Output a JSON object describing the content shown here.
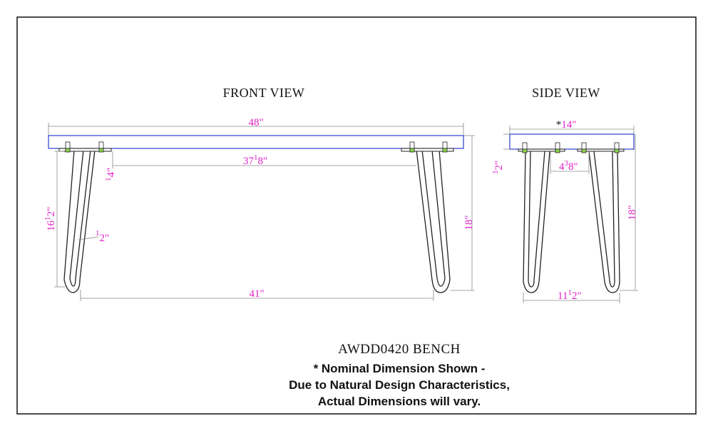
{
  "front_view": {
    "title": "FRONT VIEW",
    "dims": {
      "length": "48\"",
      "leg_spacing_top_main": "37",
      "leg_spacing_top_frac": "1",
      "leg_spacing_top_tail": "8\"",
      "plate_thickness_frac": "1",
      "plate_thickness_tail": "4\"",
      "leg_height_main": "16",
      "leg_height_frac": "1",
      "leg_height_tail": "2\"",
      "rod_diameter_frac": "1",
      "rod_diameter_tail": "2\"",
      "overall_height": "18\"",
      "leg_spacing_bottom": "41\""
    }
  },
  "side_view": {
    "title": "SIDE VIEW",
    "dims": {
      "depth_star": "*",
      "depth": "14\"",
      "top_thickness_frac": "1",
      "top_thickness_tail": "2\"",
      "leg_spacing_top_main": "4",
      "leg_spacing_top_frac": "3",
      "leg_spacing_top_tail": "8\"",
      "overall_height": "18\"",
      "foot_spread_main": "11",
      "foot_spread_frac": "1",
      "foot_spread_tail": "2\""
    }
  },
  "footer": {
    "model": "AWDD0420  BENCH",
    "note_line1": "* Nominal Dimension Shown -",
    "note_line2": "Due to Natural Design Characteristics,",
    "note_line3": "Actual Dimensions will vary."
  },
  "colors": {
    "dimension_text": "#e020c8",
    "top_outline": "#2a3fd0",
    "bolt": "#8ed64a"
  }
}
